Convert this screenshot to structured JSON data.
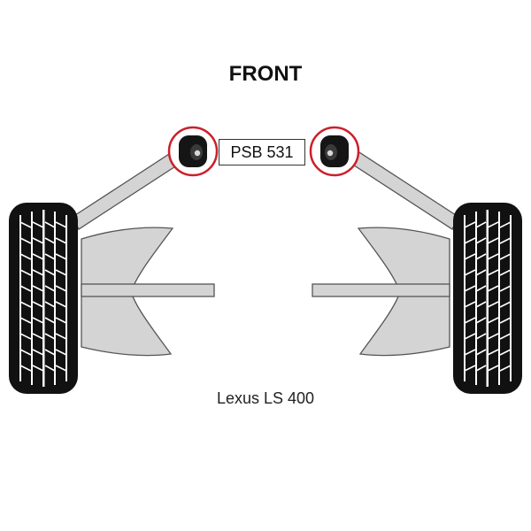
{
  "heading": "FRONT",
  "part_number": "PSB 531",
  "model": "Lexus LS 400",
  "colors": {
    "tyre": "#111111",
    "arm_fill": "#d4d4d4",
    "arm_stroke": "#555555",
    "highlight_ring": "#cc1f2b",
    "bush": "#151515"
  }
}
